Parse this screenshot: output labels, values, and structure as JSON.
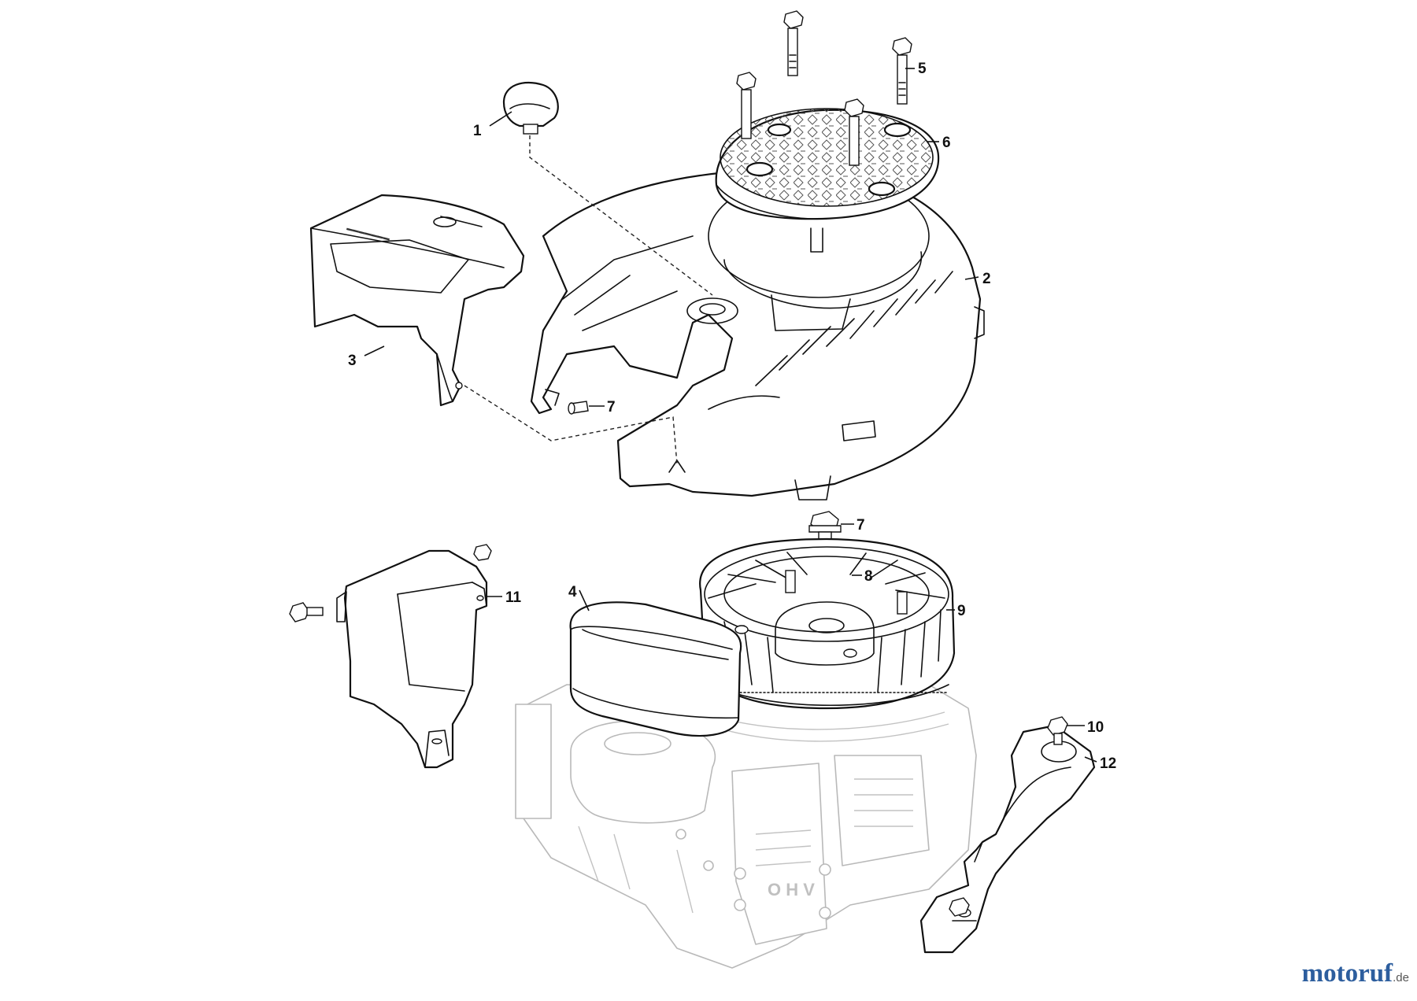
{
  "diagram": {
    "callouts": [
      "1",
      "2",
      "3",
      "4",
      "5",
      "6",
      "7",
      "7",
      "8",
      "9",
      "10",
      "11",
      "12"
    ]
  },
  "watermark": {
    "logo_main": "motoruf",
    "logo_tld": ".de"
  },
  "colors": {
    "line": "#111111",
    "ghost_engine": "#b9b9b9",
    "logo_blue": "#2d5e9e",
    "logo_dot": "#e8a21a"
  }
}
